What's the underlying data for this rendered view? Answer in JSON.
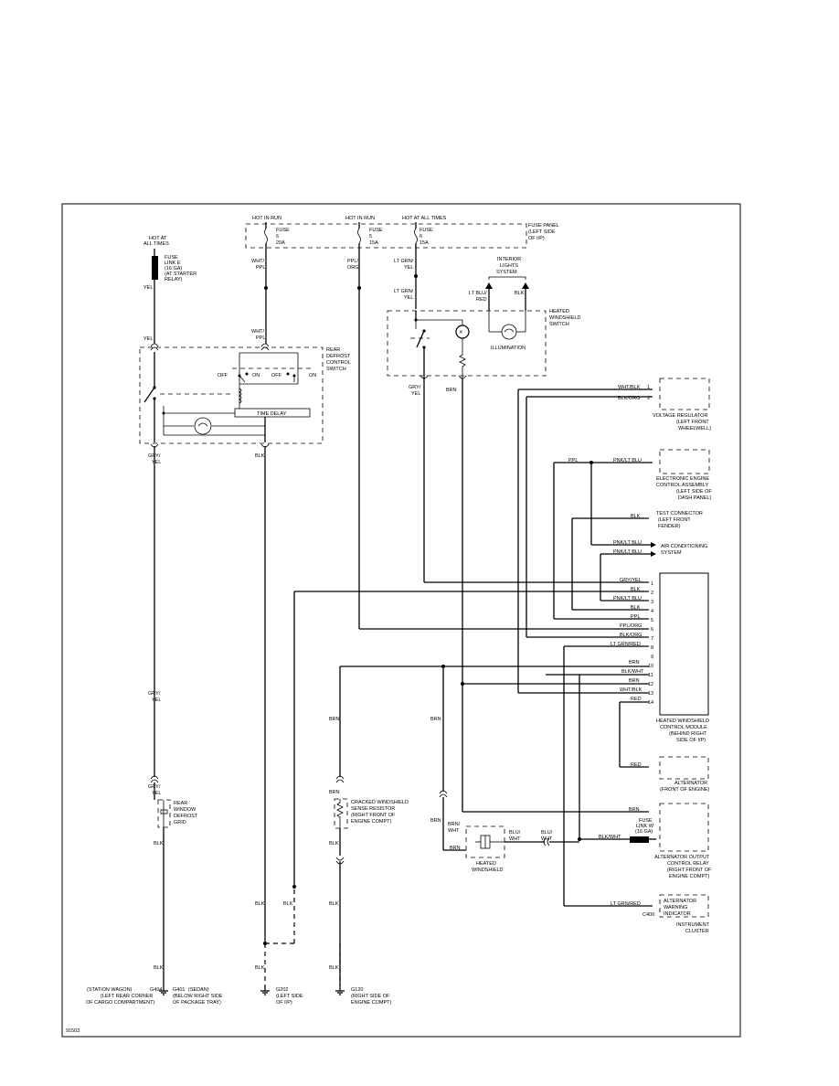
{
  "power": {
    "hot_in_run_1": "HOT IN RUN",
    "hot_in_run_2": "HOT IN RUN",
    "hot_at_all_times": "HOT AT ALL TIMES",
    "hot_at_all_times_left": [
      "HOT AT",
      "ALL TIMES"
    ],
    "fuse_panel": [
      "FUSE PANEL",
      "(LEFT SIDE",
      "OF I/P)"
    ],
    "fuses": [
      {
        "name": "FUSE",
        "num": "6",
        "amps": "20A"
      },
      {
        "name": "FUSE",
        "num": "5",
        "amps": "15A"
      },
      {
        "name": "FUSE",
        "num": "6",
        "amps": "15A"
      }
    ],
    "fuse_link": [
      "FUSE",
      "LINK E",
      "(16 GA)",
      "(AT STARTER",
      "RELAY)"
    ]
  },
  "wires": {
    "yel": "YEL",
    "wht_ppl": [
      "WHT/",
      "PPL"
    ],
    "ppl_org": [
      "PPL/",
      "ORG"
    ],
    "lt_grn_yel": [
      "LT GRN/",
      "YEL"
    ],
    "lt_blu_red": [
      "LT BLU/",
      "RED"
    ],
    "blk": "BLK",
    "gry_yel": [
      "GRY/",
      "YEL"
    ],
    "brn": "BRN",
    "brn_wht": [
      "BRN/",
      "WHT"
    ],
    "blu_wht": [
      "BLU/",
      "WHT"
    ],
    "blk_wht": "BLK/WHT",
    "ppl": "PPL",
    "pnk_lt_blu": "PNK/LT BLU",
    "red": "RED",
    "lt_grn_red": "LT GRN/RED"
  },
  "components": {
    "interior_lights": [
      "INTERIOR",
      "LIGHTS",
      "SYSTEM"
    ],
    "heated_windshield_switch": [
      "HEATED",
      "WINDSHIELD",
      "SWITCH"
    ],
    "illumination": "ILLUMINATION",
    "rear_defrost_switch": [
      "REAR",
      "DEFROST",
      "CONTROL",
      "SWITCH"
    ],
    "time_delay": "TIME DELAY",
    "off": "OFF",
    "on": "ON",
    "voltage_regulator": [
      "VOLTAGE REGULATOR",
      "(LEFT FRONT",
      "WHEELWELL)"
    ],
    "eec": [
      "ELECTRONIC ENGINE",
      "CONTROL ASSEMBLY",
      "(LEFT SIDE OF",
      "DASH PANEL)"
    ],
    "test_connector": [
      "TEST CONNECTOR",
      "(LEFT FRONT",
      "FENDER)"
    ],
    "ac_system": [
      "AIR CONDITIONING",
      "SYSTEM"
    ],
    "control_module": [
      "HEATED WINDSHIELD",
      "CONTROL MODULE",
      "(BEHIND RIGHT",
      "SIDE OF I/P)"
    ],
    "alternator": [
      "ALTERNATOR",
      "(FRONT OF ENGINE)"
    ],
    "alt_output_relay": [
      "ALTERNATOR OUTPUT",
      "CONTROL RELAY",
      "(RIGHT FRONT OF",
      "ENGINE COMPT)"
    ],
    "fuse_link_w": [
      "FUSE",
      "LINK W",
      "(16 GA)"
    ],
    "alt_warning": [
      "ALTERNATOR",
      "WARNING",
      "INDICATOR"
    ],
    "instrument_cluster": [
      "INSTRUMENT",
      "CLUSTER"
    ],
    "c400": "C400",
    "rear_window_grid": [
      "REAR",
      "WINDOW",
      "DEFROST",
      "GRID"
    ],
    "cracked_resistor": [
      "CRACKED WINDSHIELD",
      "SENSE RESISTOR",
      "(RIGHT FRONT OF",
      "ENGINE COMPT)"
    ],
    "heated_windshield": [
      "HEATED",
      "WINDSHIELD"
    ]
  },
  "module_pins": [
    {
      "wire": "GRY/YEL",
      "pin": "1"
    },
    {
      "wire": "BLK",
      "pin": "2"
    },
    {
      "wire": "PNK/LT BLU",
      "pin": "3"
    },
    {
      "wire": "BLK",
      "pin": "4"
    },
    {
      "wire": "PPL",
      "pin": "5"
    },
    {
      "wire": "PPL/ORG",
      "pin": "6"
    },
    {
      "wire": "BLK/ORG",
      "pin": "7"
    },
    {
      "wire": "LT GRN/RED",
      "pin": "8"
    },
    {
      "wire": "",
      "pin": "9"
    },
    {
      "wire": "BRN",
      "pin": "10"
    },
    {
      "wire": "BLK/WHT",
      "pin": "11"
    },
    {
      "wire": "BRN",
      "pin": "12"
    },
    {
      "wire": "WHT/BLK",
      "pin": "13"
    },
    {
      "wire": "RED",
      "pin": "14"
    }
  ],
  "vr_wires": [
    {
      "wire": "WHT/BLK",
      "pin": "1"
    },
    {
      "wire": "BLK/ORG",
      "pin": "2"
    }
  ],
  "grounds": {
    "g404": [
      "(STATION WAGON)",
      "G404",
      "(LEFT REAR CORNER",
      "OF CARGO COMPARTMENT)"
    ],
    "g401": [
      "G401",
      "(SEDAN)",
      "(BELOW RIGHT SIDE",
      "OF PACKAGE TRAY)"
    ],
    "g202": [
      "G202",
      "(LEFT SIDE",
      "OF I/P)"
    ],
    "g120": [
      "G120",
      "(RIGHT SIDE OF",
      "ENGINE COMPT)"
    ]
  },
  "figure_id": "91503"
}
